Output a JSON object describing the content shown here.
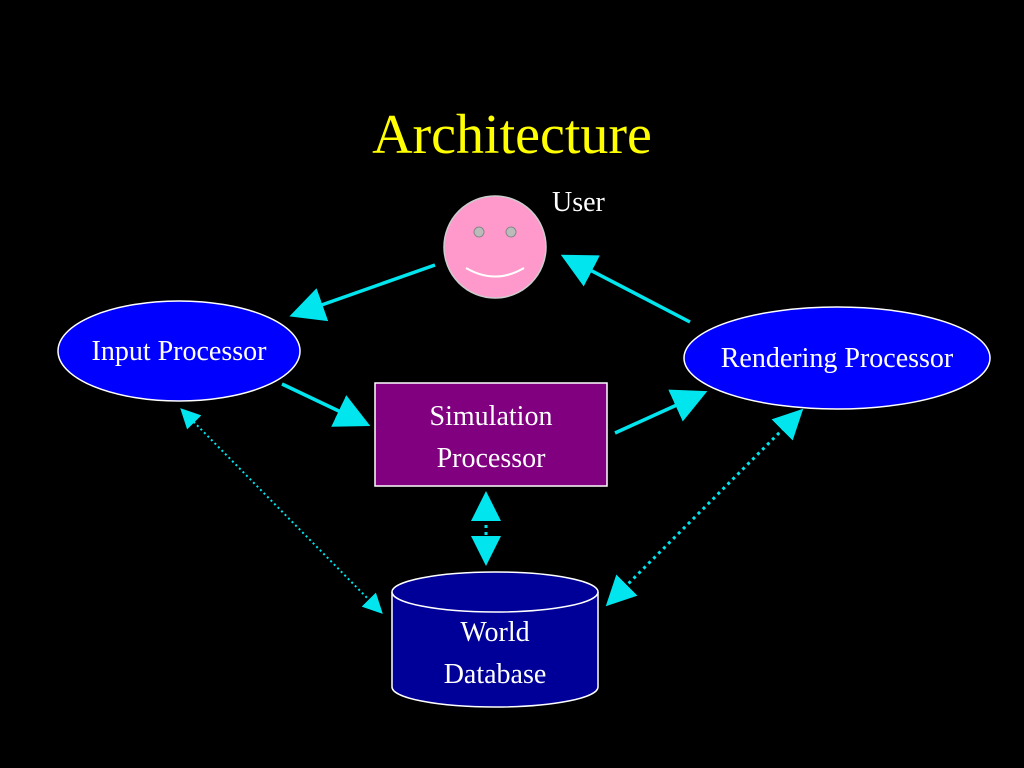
{
  "title": "Architecture",
  "user": {
    "label": "User"
  },
  "nodes": {
    "input_processor": "Input Processor",
    "rendering_processor": "Rendering Processor",
    "simulation_processor": {
      "line1": "Simulation",
      "line2": "Processor"
    },
    "world_database": {
      "line1": "World",
      "line2": "Database"
    }
  },
  "colors": {
    "background": "#000000",
    "title": "#ffff00",
    "arrow": "#00e5ee",
    "ellipse_fill": "#0000ff",
    "simulation_fill": "#800080",
    "database_fill": "#000099",
    "user_face": "#ff99cc"
  },
  "icons": {
    "user": "smiley-face-icon"
  }
}
